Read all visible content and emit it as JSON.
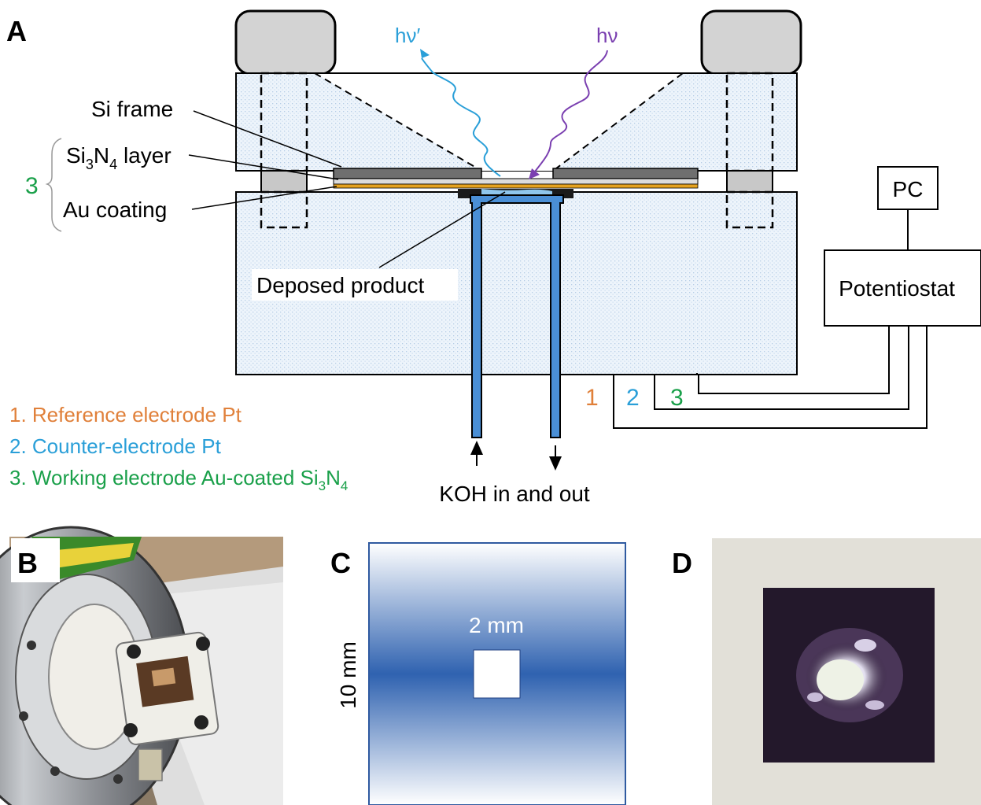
{
  "panels": {
    "a": "A",
    "b": "B",
    "c": "C",
    "d": "D"
  },
  "diagram": {
    "hv_out": "hν′",
    "hv_in": "hν",
    "si_frame": "Si frame",
    "si3n4_layer": {
      "pre": "Si",
      "sub1": "3",
      "mid": "N",
      "sub2": "4",
      "post": " layer"
    },
    "au_coating": "Au coating",
    "group_number": "3",
    "deposed_product": "Deposed product",
    "pc": "PC",
    "potentiostat": "Potentiostat",
    "wire_numbers": [
      "1",
      "2",
      "3"
    ],
    "koh": "KOH in and out"
  },
  "legend": {
    "item1": "1. Reference electrode Pt",
    "item2": "2. Counter-electrode Pt",
    "item3": {
      "pre": "3. Working electrode Au-coated Si",
      "sub1": "3",
      "mid": "N",
      "sub2": "4"
    }
  },
  "panel_c": {
    "window_size": "2 mm",
    "chip_size": "10 mm"
  },
  "colors": {
    "orange": "#e0803a",
    "blue": "#2a9fd8",
    "green": "#1aa04a",
    "purple": "#7a3fb0",
    "gold": "#e5a21f",
    "channel_blue": "#4a8fd6",
    "chip_blue": "#2f62b0"
  }
}
